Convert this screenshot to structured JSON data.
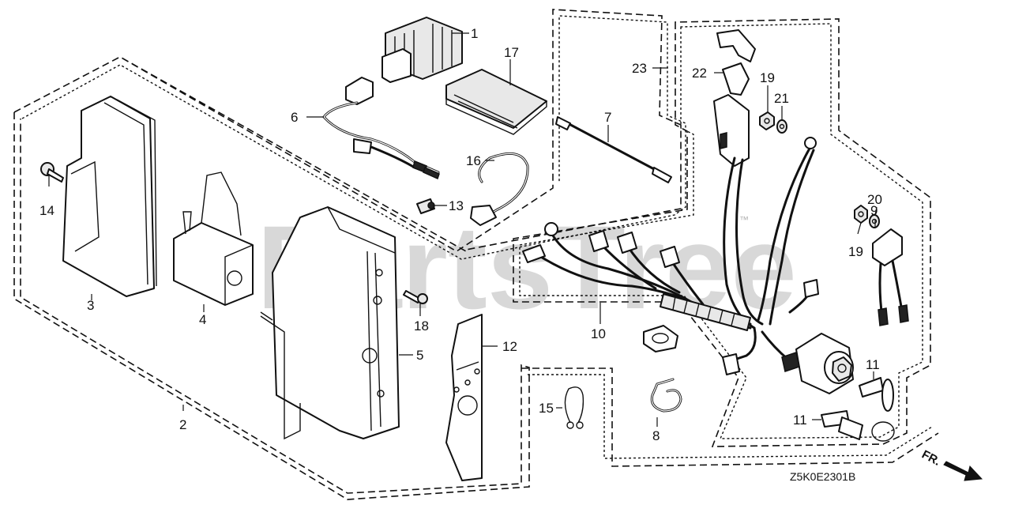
{
  "watermark": "PartsTree",
  "watermark_tm": "™",
  "diagram_code": "Z5K0E2301B",
  "front_label": "FR.",
  "callouts": {
    "c1": "1",
    "c2": "2",
    "c3": "3",
    "c4": "4",
    "c5": "5",
    "c6": "6",
    "c7": "7",
    "c8": "8",
    "c9": "9",
    "c10": "10",
    "c11a": "11",
    "c11b": "11",
    "c12": "12",
    "c13": "13",
    "c14": "14",
    "c15": "15",
    "c16": "16",
    "c17": "17",
    "c18": "18",
    "c19a": "19",
    "c19b": "19",
    "c20": "20",
    "c21": "21",
    "c22": "22",
    "c23": "23"
  }
}
